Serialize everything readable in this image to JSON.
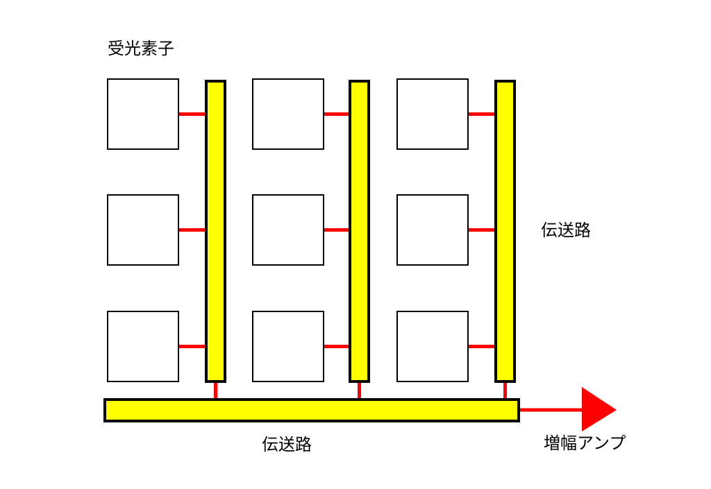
{
  "labels": {
    "photodetector": "受光素子",
    "vertical_transfer": "伝送路",
    "horizontal_transfer": "伝送路",
    "amplifier": "増幅アンプ"
  },
  "grid": {
    "columns": 3,
    "rows": 3
  },
  "colors": {
    "transfer_path": "#ffff00",
    "transfer_border": "#000000",
    "connector": "#ff0000",
    "arrow": "#ff0000",
    "photodetector_fill": "#ffffff",
    "photodetector_border": "#000000"
  }
}
